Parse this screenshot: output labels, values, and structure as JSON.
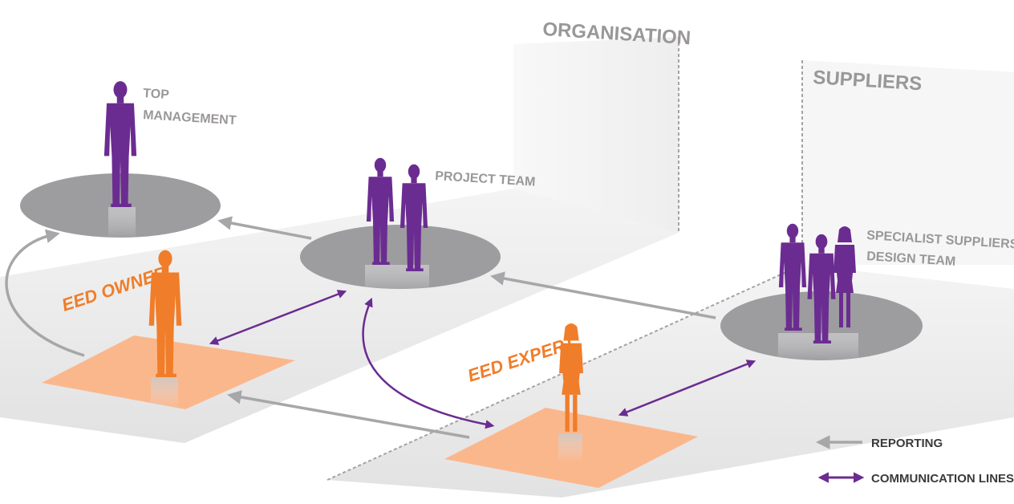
{
  "regions": {
    "organisation": "ORGANISATION",
    "suppliers": "SUPPLIERS"
  },
  "groups": {
    "top_management_line1": "TOP",
    "top_management_line2": "MANAGEMENT",
    "project_team": "PROJECT TEAM",
    "specialist_line1": "SPECIALIST SUPPLIERS",
    "specialist_line2": "DESIGN TEAM"
  },
  "roles": {
    "eed_owner": "EED OWNER",
    "eed_expert": "EED EXPERT"
  },
  "legend": {
    "reporting": "REPORTING",
    "communication": "COMMUNICATION LINES"
  },
  "colors": {
    "purple": "#6b2c91",
    "orange": "#f07d2a",
    "platform_grey": "#9d9c9f",
    "square_orange": "#fbb78c",
    "label_grey": "#9a9799",
    "arrow_grey": "#a7a7a9"
  }
}
